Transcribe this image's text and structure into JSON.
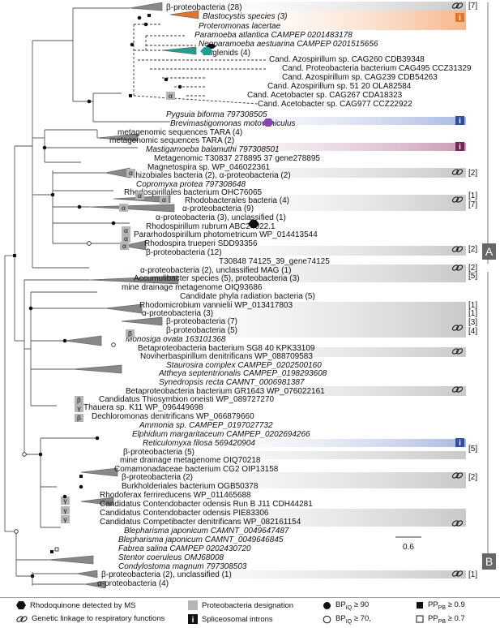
{
  "colors": {
    "stramenopile": "#e3752b",
    "amoebozoa": "#7b2458",
    "excavate": "#4a2fa0",
    "apusozoa": "#8a44b5",
    "rhizaria": "#2f4fa0",
    "euglenid": "#1ba092",
    "alpha_box": "#b5b5b5"
  },
  "taxa": [
    {
      "text": "β-proteobacteria (28)",
      "color": "#111",
      "italic": false
    },
    {
      "text": "Blastocystis species (3)",
      "color": "#e3752b",
      "italic": true
    },
    {
      "text": "Proteromonas lacertae",
      "color": "#e3752b",
      "italic": true
    },
    {
      "text": "Paramoeba atlantica CAMPEP 0201483178",
      "color": "#7b2458",
      "italic": true
    },
    {
      "text": "Neoparamoeba aestuarina CAMPEP 0201515656",
      "color": "#7b2458",
      "italic": true
    },
    {
      "text": "Euglenids (4)",
      "color": "#1ba092",
      "italic": false
    },
    {
      "text": "Cand. Azospirillum sp. CAG260 CDB39348",
      "color": "#111",
      "italic": false
    },
    {
      "text": "Cand. Proteobacteria bacterium CAG495 CCZ31329",
      "color": "#111",
      "italic": false
    },
    {
      "text": "Cand. Azospirillum sp. CAG239 CDB54263",
      "color": "#111",
      "italic": false
    },
    {
      "text": "Cand. Azospirillum sp. 51 20 OLA82584",
      "color": "#111",
      "italic": false
    },
    {
      "text": "Cand. Acetobacter sp. CAG267 CDA18323",
      "color": "#111",
      "italic": false
    },
    {
      "text": "Cand. Acetobacter sp. CAG977 CCZ22922",
      "color": "#111",
      "italic": false
    },
    {
      "text": "Pygsuia biforma 797308505",
      "color": "#8a44b5",
      "italic": true
    },
    {
      "text": "Brevimastigomonas motovehiculus",
      "color": "#2f4fa0",
      "italic": true
    },
    {
      "text": "metagenomic sequences TARA (4)",
      "color": "#111",
      "italic": false
    },
    {
      "text": "metagenomic sequences TARA (2)",
      "color": "#111",
      "italic": false
    },
    {
      "text": "Mastigamoeba balamuthi 797308501",
      "color": "#7b2458",
      "italic": true
    },
    {
      "text": "Metagenomic T30837 278895 37 gene278895",
      "color": "#111",
      "italic": false
    },
    {
      "text": "Magnetospira sp. WP_046022361",
      "color": "#111",
      "italic": false
    },
    {
      "text": "Rhizobiales bacteria (2), α-proteobacteria (2)",
      "color": "#111",
      "italic": false
    },
    {
      "text": "Copromyxa protea 797308648",
      "color": "#7b2458",
      "italic": true
    },
    {
      "text": "Rhodospirillales bacterium OHC76065",
      "color": "#111",
      "italic": false
    },
    {
      "text": "Rhodobacterales bacteria (4)",
      "color": "#111",
      "italic": false
    },
    {
      "text": "α-proteobacteria (9)",
      "color": "#111",
      "italic": false
    },
    {
      "text": "α-proteobacteria (3), unclassified (1)",
      "color": "#111",
      "italic": false
    },
    {
      "text": "Rhodospirillum rubrum ABC24022.1",
      "color": "#111",
      "italic": false
    },
    {
      "text": "Pararhodospirillum photometricum WP_014413544",
      "color": "#111",
      "italic": false
    },
    {
      "text": "Rhodospira trueperi SDD93356",
      "color": "#111",
      "italic": false
    },
    {
      "text": "β-proteobacteria (12)",
      "color": "#111",
      "italic": false
    },
    {
      "text": "T30848 74125_39_gene74125",
      "color": "#111",
      "italic": false
    },
    {
      "text": "α-proteobacteria (2), unclassified MAG (1)",
      "color": "#111",
      "italic": false
    },
    {
      "text": "Accumulibacter species (5), proteobacteria (3)",
      "color": "#111",
      "italic": false
    },
    {
      "text": "mine drainage metagenome OIQ93686",
      "color": "#111",
      "italic": false
    },
    {
      "text": "Candidate phyla radiation bacteria (5)",
      "color": "#111",
      "italic": false
    },
    {
      "text": "Rhodomicrobium vannielii WP_013417803",
      "color": "#111",
      "italic": false
    },
    {
      "text": "α-proteobacteria (3)",
      "color": "#111",
      "italic": false
    },
    {
      "text": "β-proteobacteria (7)",
      "color": "#111",
      "italic": false
    },
    {
      "text": "β-proteobacteria (5)",
      "color": "#111",
      "italic": false
    },
    {
      "text": "Monosiga ovata 163101368",
      "color": "#8a44b5",
      "italic": true
    },
    {
      "text": "Betaproteobacteria bacterium SG8 40 KPK33109",
      "color": "#111",
      "italic": false
    },
    {
      "text": "Noviherbaspirillum denitrificans WP_088709583",
      "color": "#111",
      "italic": false
    },
    {
      "text": "Staurosira complex CAMPEP_0202500160",
      "color": "#e3752b",
      "italic": true
    },
    {
      "text": "Attheya septentrionalis CAMPEP_0198293608",
      "color": "#e3752b",
      "italic": true
    },
    {
      "text": "Synedropsis recta CAMNT_0006981387",
      "color": "#e3752b",
      "italic": true
    },
    {
      "text": "Betaproteobacteria bacterium GR1643 WP_076022161",
      "color": "#111",
      "italic": false
    },
    {
      "text": "Candidatus Thiosymbion oneisti WP_089727270",
      "color": "#111",
      "italic": false
    },
    {
      "text": "Thauera sp. K11 WP_096449698",
      "color": "#111",
      "italic": false
    },
    {
      "text": "Dechloromonas denitrificans WP_066879660",
      "color": "#111",
      "italic": false
    },
    {
      "text": "Ammonia sp. CAMPEP_0197027732",
      "color": "#2f4fa0",
      "italic": true
    },
    {
      "text": "Elphidium margaritaceum CAMPEP_0202694266",
      "color": "#2f4fa0",
      "italic": true
    },
    {
      "text": "Reticulomyxa filosa 569420904",
      "color": "#2f4fa0",
      "italic": true
    },
    {
      "text": "β-proteobacteria (5)",
      "color": "#111",
      "italic": false
    },
    {
      "text": "mine drainage metagenome OIQ70218",
      "color": "#111",
      "italic": false
    },
    {
      "text": "Comamonadaceae bacterium CG2 OIP13158",
      "color": "#111",
      "italic": false
    },
    {
      "text": "β-proteobacteria (2)",
      "color": "#111",
      "italic": false
    },
    {
      "text": "Burkholderiales bacterium OGB50378",
      "color": "#111",
      "italic": false
    },
    {
      "text": "Rhodoferax ferrireducens WP_011465688",
      "color": "#111",
      "italic": false
    },
    {
      "text": "Candidatus Contendobacter odensis Run B J11 CDH44281",
      "color": "#111",
      "italic": false
    },
    {
      "text": "Candidatus Contendobacter odensis PIE83306",
      "color": "#111",
      "italic": false
    },
    {
      "text": "Candidatus Competibacter denitrificans WP_082161154",
      "color": "#111",
      "italic": false
    },
    {
      "text": "Blepharisma japonicum CAMNT_0049647487",
      "color": "#e3752b",
      "italic": true
    },
    {
      "text": "Blepharisma japonicum CAMNT_0049646845",
      "color": "#e3752b",
      "italic": true
    },
    {
      "text": "Fabrea salina CAMPEP 0202430720",
      "color": "#e3752b",
      "italic": true
    },
    {
      "text": "Stentor coeruleus OMJ68008",
      "color": "#e3752b",
      "italic": true
    },
    {
      "text": "Condylostoma magnum 797308503",
      "color": "#e3752b",
      "italic": true
    },
    {
      "text": "β-proteobacteria (2), unclassified (1)",
      "color": "#111",
      "italic": false
    },
    {
      "text": "α-proteobacteria (4)",
      "color": "#111",
      "italic": false
    }
  ],
  "greek_tags": [
    "α",
    "α",
    "α",
    "α",
    "α",
    "α",
    "α",
    "α",
    "β",
    "β",
    "γ",
    "β",
    "γ",
    "γ",
    "γ"
  ],
  "brackets": [
    "[7]",
    "[2]",
    "[1]",
    "[7]",
    "[2]",
    "[2]",
    "[5]",
    "[1]",
    "[1]",
    "[3]",
    "[4]",
    "[5]",
    "[2]",
    "[1]"
  ],
  "clades": {
    "a": "A",
    "b": "B"
  },
  "intron_marker": "i",
  "scale_bar": "0.6",
  "legend": {
    "rq": "Rhodoquinone detected by MS",
    "linkage": "Genetic linkage to respiratory functions",
    "proteo": "Proteobacteria designation",
    "intron": "Spliceosomal introns",
    "bp90": "BP",
    "bp90_sub": "IQ",
    "bp90_val": "≥ 90",
    "bp70": "BP",
    "bp70_sub": "IQ",
    "bp70_val": "≥ 70,",
    "pp09": "PP",
    "pp09_sub": "PB",
    "pp09_val": "≥ 0.9",
    "pp07": "PP",
    "pp07_sub": "PB",
    "pp07_val": "≥ 0.7"
  }
}
